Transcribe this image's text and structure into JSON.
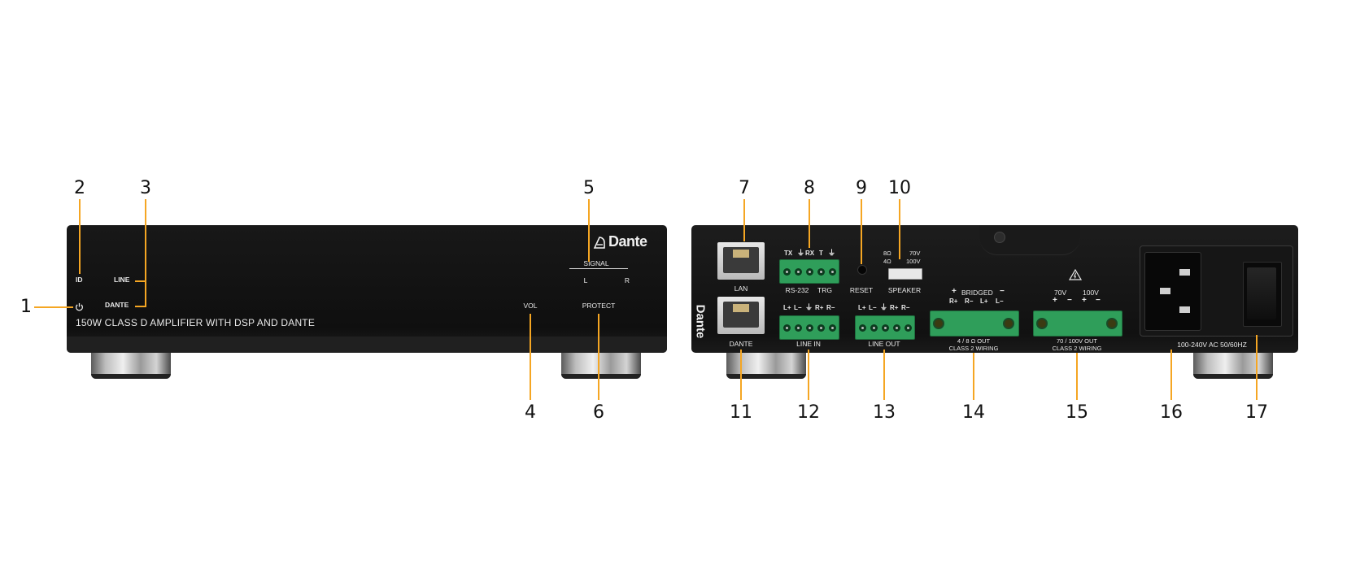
{
  "front_panel": {
    "model_text": "150W CLASS D AMPLIFIER WITH DSP AND DANTE",
    "id_label": "ID",
    "line_label": "LINE",
    "dante_label": "DANTE",
    "power_icon": "power-icon",
    "vol_label": "VOL",
    "protect_label": "PROTECT",
    "signal_label": "SIGNAL",
    "signal_l": "L",
    "signal_r": "R",
    "logo_text": "Dante"
  },
  "rear_panel": {
    "lan_label": "LAN",
    "dante_label": "DANTE",
    "rs232_pins": [
      "TX",
      "⏚",
      "RX",
      "T",
      "⏚"
    ],
    "rs232_label": "RS-232",
    "trg_label": "TRG",
    "reset_label": "RESET",
    "speaker_label": "SPEAKER",
    "speaker_opts_left": [
      "8Ω",
      "4Ω"
    ],
    "speaker_opts_right": [
      "70V",
      "100V"
    ],
    "line_in_pins": [
      "L+",
      "L−",
      "⏚",
      "R+",
      "R−"
    ],
    "line_in_label": "LINE IN",
    "line_out_pins": [
      "L+",
      "L−",
      "⏚",
      "R+",
      "R−"
    ],
    "line_out_label": "LINE OUT",
    "bridged_plus": "+",
    "bridged_label": "BRIDGED",
    "bridged_minus": "−",
    "bridged_pins": [
      "R+",
      "R−",
      "L+",
      "L−"
    ],
    "out_48_line1": "4 / 8  Ω OUT",
    "out_48_line2": "CLASS 2 WIRING",
    "hv_70": "70V",
    "hv_100": "100V",
    "hv_pins": [
      "+",
      "−",
      "+",
      "−"
    ],
    "out_hv_line1": "70 / 100V OUT",
    "out_hv_line2": "CLASS 2 WIRING",
    "ac_label": "100-240V AC 50/60HZ",
    "logo_text": "Dante",
    "warning_icon": "high-voltage-warning-icon"
  },
  "callouts": [
    "1",
    "2",
    "3",
    "4",
    "5",
    "6",
    "7",
    "8",
    "9",
    "10",
    "11",
    "12",
    "13",
    "14",
    "15",
    "16",
    "17"
  ],
  "colors": {
    "leader": "#f5a623",
    "panel": "#141414",
    "terminal": "#2f9e5a"
  }
}
